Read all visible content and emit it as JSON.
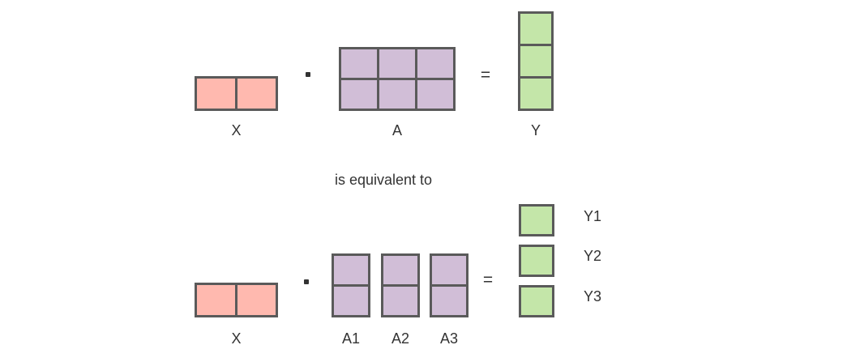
{
  "colors": {
    "background": "#FFFFFF",
    "pink": "#FFB9AF",
    "purple": "#D1BED7",
    "green": "#C4E6A9",
    "border": "#5A5A5A",
    "text": "#333333"
  },
  "equivalence_text": "is equivalent to",
  "operators": {
    "dot": "·",
    "equals": "="
  },
  "top_equation": {
    "x": {
      "label": "X",
      "rows": 1,
      "cols": 2,
      "fill": "pink"
    },
    "a": {
      "label": "A",
      "rows": 2,
      "cols": 3,
      "fill": "purple"
    },
    "y": {
      "label": "Y",
      "rows": 3,
      "cols": 1,
      "fill": "green"
    }
  },
  "bottom_equation": {
    "x": {
      "label": "X",
      "rows": 1,
      "cols": 2,
      "fill": "pink"
    },
    "a_blocks": [
      {
        "label": "A1",
        "rows": 2,
        "cols": 1,
        "fill": "purple"
      },
      {
        "label": "A2",
        "rows": 2,
        "cols": 1,
        "fill": "purple"
      },
      {
        "label": "A3",
        "rows": 2,
        "cols": 1,
        "fill": "purple"
      }
    ],
    "y_blocks": [
      {
        "label": "Y1",
        "rows": 1,
        "cols": 1,
        "fill": "green"
      },
      {
        "label": "Y2",
        "rows": 1,
        "cols": 1,
        "fill": "green"
      },
      {
        "label": "Y3",
        "rows": 1,
        "cols": 1,
        "fill": "green"
      }
    ]
  }
}
